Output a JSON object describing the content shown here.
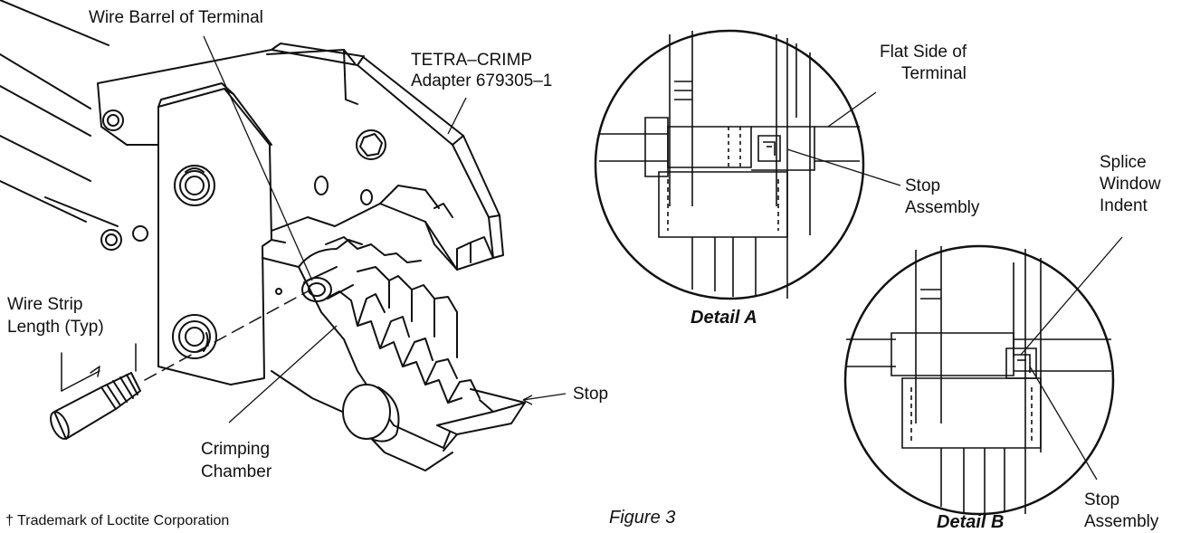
{
  "labels": {
    "wire_barrel": "Wire Barrel of Terminal",
    "tetra_crimp_line1": "TETRA–CRIMP",
    "tetra_crimp_line2": "Adapter 679305–1",
    "wire_strip_line1": "Wire Strip",
    "wire_strip_line2": "Length (Typ)",
    "crimping_line1": "Crimping",
    "crimping_line2": "Chamber",
    "stop": "Stop",
    "flat_side_line1": "Flat Side of",
    "flat_side_line2": "Terminal",
    "stop_assembly_a_line1": "Stop",
    "stop_assembly_a_line2": "Assembly",
    "splice_line1": "Splice",
    "splice_line2": "Window",
    "splice_line3": "Indent",
    "stop_assembly_b_line1": "Stop",
    "stop_assembly_b_line2": "Assembly",
    "detail_a": "Detail A",
    "detail_b": "Detail B",
    "figure": "Figure 3",
    "trademark": "† Trademark of Loctite Corporation"
  },
  "colors": {
    "ink": "#111111",
    "paper": "#ffffff",
    "shade": "#d9d9d9"
  }
}
